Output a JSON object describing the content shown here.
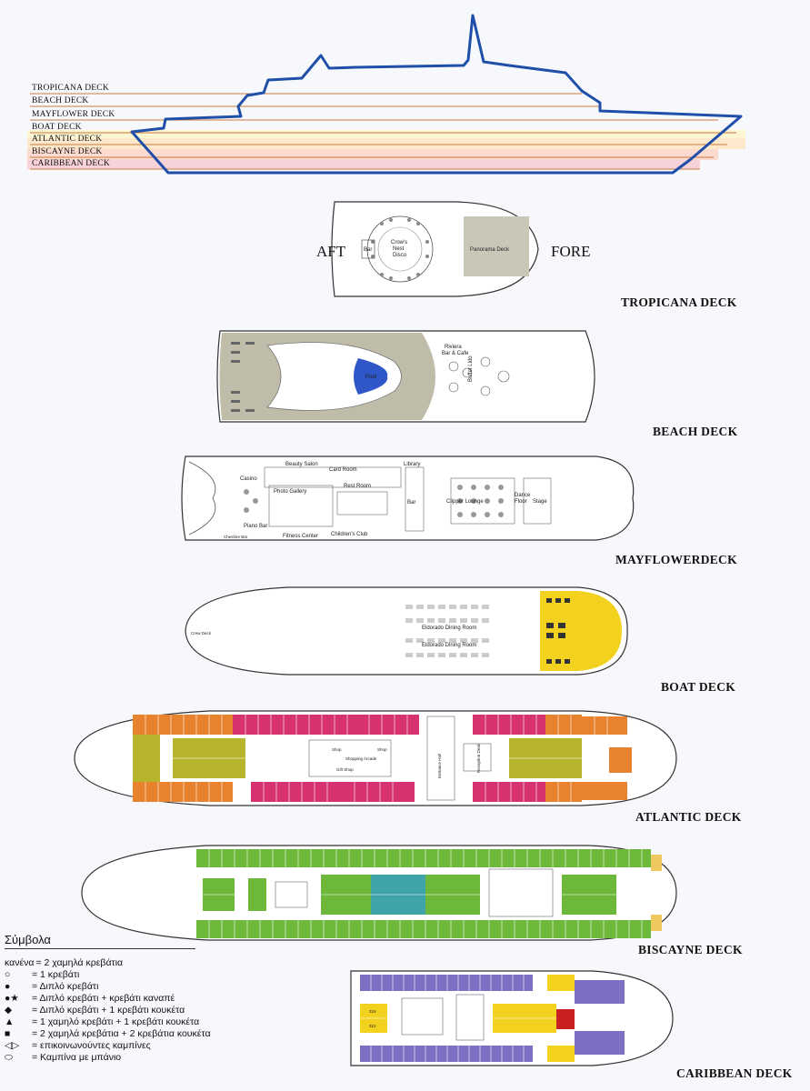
{
  "profile": {
    "decks": [
      "TROPICANA DECK",
      "BEACH DECK",
      "MAYFLOWER DECK",
      "BOAT DECK",
      "ATLANTIC DECK",
      "BISCAYNE DECK",
      "CARIBBEAN DECK"
    ]
  },
  "directions": {
    "aft": "AFT",
    "fore": "FORE"
  },
  "titles": {
    "tropicana": "TROPICANA DECK",
    "beach": "BEACH DECK",
    "mayflower": "MAYFLOWERDECK",
    "boat": "BOAT DECK",
    "atlantic": "ATLANTIC DECK",
    "biscayne": "BISCAYNE DECK",
    "caribbean": "CARIBBEAN DECK"
  },
  "tropicana_rooms": {
    "bar": "Bar",
    "crows_nest_1": "Crow's",
    "crows_nest_2": "Nest",
    "crows_nest_3": "Disco",
    "panorama": "Panorama Deck"
  },
  "beach_rooms": {
    "pool": "Pool",
    "riviera_1": "Riviera",
    "riviera_2": "Bar & Cafe",
    "buffet": "Buffet Lido"
  },
  "mayflower_rooms": {
    "beauty": "Beauty Salon",
    "card": "Card Room",
    "library": "Library",
    "casino": "Casino",
    "photo": "Photo Gallery",
    "rest": "Rest Room",
    "bar": "Bar",
    "clipper": "Clipper Lounge",
    "dance_1": "Dance",
    "dance_2": "Floor",
    "stage": "Stage",
    "piano": "Piano Bar",
    "cheshire": "Cheshire Bar",
    "fitness": "Fitness Center",
    "childrens": "Children's Club"
  },
  "boat_rooms": {
    "crew": "Crew Deck",
    "dining_1": "Eldorado Dining Room",
    "dining_2": "Eldorado Dining Room"
  },
  "atlantic_rooms": {
    "shop1": "Shop",
    "shop2": "Shop",
    "arcade": "Shopping Arcade",
    "gift": "Gift Shop",
    "entrance": "Entrance Hall",
    "reception": "Reception Desk"
  },
  "caribbean_rooms": {
    "r319": "319",
    "r312": "312"
  },
  "colors": {
    "hull": "#1f4fa8",
    "orange": "#e8822e",
    "magenta": "#d6326f",
    "olive": "#b7b52c",
    "green": "#6db83a",
    "teal": "#3fa3a8",
    "purple": "#7c6fc4",
    "yellow": "#f2d21e",
    "red": "#c82020"
  },
  "legend": {
    "title": "Σύμβολα",
    "items": [
      {
        "symbol": "κανένα",
        "text": "= 2 χαμηλά κρεβάτια"
      },
      {
        "symbol": "○",
        "text": "= 1 κρεβάτι"
      },
      {
        "symbol": "●",
        "text": "= Διπλό κρεβάτι"
      },
      {
        "symbol": "●★",
        "text": "= Διπλό κρεβάτι + κρεβάτι καναπέ"
      },
      {
        "symbol": "◆",
        "text": "= Διπλό κρεβάτι + 1 κρεβάτι κουκέτα"
      },
      {
        "symbol": "▲",
        "text": "= 1 χαμηλό κρεβάτι + 1 κρεβάτι κουκέτα"
      },
      {
        "symbol": "■",
        "text": "= 2 χαμηλά κρεβάτια + 2 κρεβάτια κουκέτα"
      },
      {
        "symbol": "◁▷",
        "text": "= επικοινωνούντες καμπίνες"
      },
      {
        "symbol": "⬭",
        "text": "= Καμπίνα με μπάνιο"
      }
    ]
  }
}
